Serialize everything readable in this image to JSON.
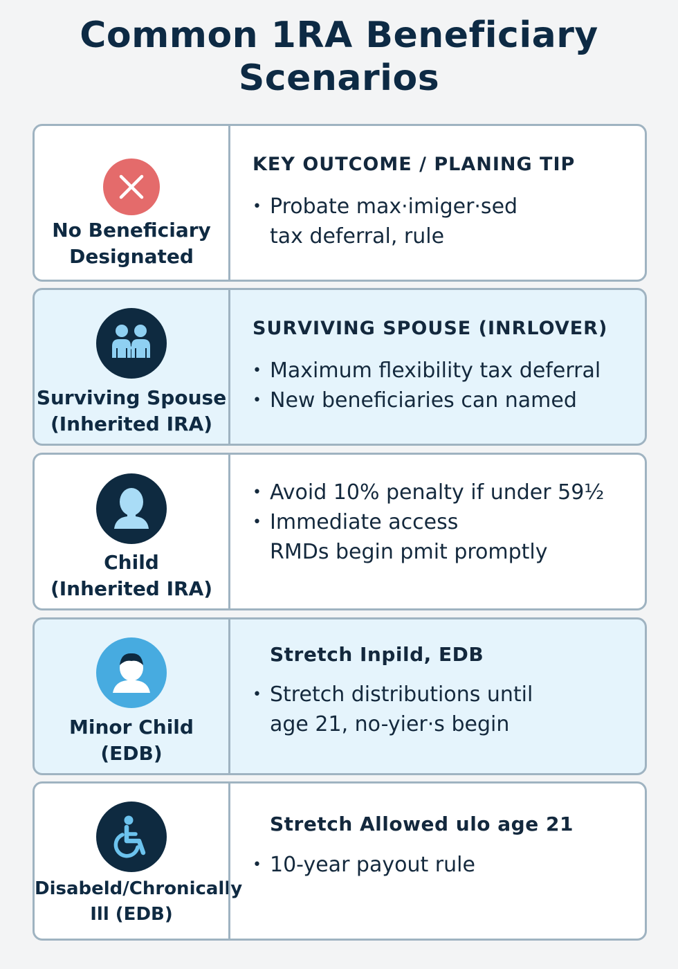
{
  "title": {
    "line1": "Common 1RA Beneficiary",
    "line2": "Scenarios"
  },
  "colors": {
    "title": "#0d2a44",
    "card_border": "#9fb3c1",
    "card_tint": "#e5f4fc",
    "icon_red": "#e46b6b",
    "icon_navy": "#0e2a40",
    "icon_light": "#47abe0"
  },
  "rows": [
    {
      "icon": "close-x-icon",
      "label_line1": "No Beneficiary",
      "label_line2": "Designated",
      "heading": "KEY OUTCOME / PLANING TIP",
      "bullets": [
        "Probate max·imiger·sed",
        "tax deferral, rule"
      ]
    },
    {
      "icon": "couple-icon",
      "label_line1": "Surviving Spouse",
      "label_line2": "(Inherited IRA)",
      "heading": "SURVIVING SPOUSE (INRLOVER)",
      "bullets": [
        "Maximum flexibility tax deferral",
        "New beneficiaries can named"
      ]
    },
    {
      "icon": "child-person-icon",
      "label_line1": "Child",
      "label_line2": "(Inherited IRA)",
      "heading": "",
      "bullets": [
        "Avoid 10% penalty if under 59½",
        "Immediate access",
        "RMDs begin pmit promptly"
      ]
    },
    {
      "icon": "minor-child-icon",
      "label_line1": "Minor Child",
      "label_line2": "(EDB)",
      "heading": "Stretch Inpild, EDB",
      "bullets": [
        "Stretch distributions until",
        "age 21, no-yier·s begin"
      ]
    },
    {
      "icon": "wheelchair-icon",
      "label_line1": "Disabeld/Chronically",
      "label_line2": "Ill (EDB)",
      "heading": "Stretch Allowed ulo age 21",
      "bullets": [
        "10-year payout rule"
      ]
    }
  ]
}
